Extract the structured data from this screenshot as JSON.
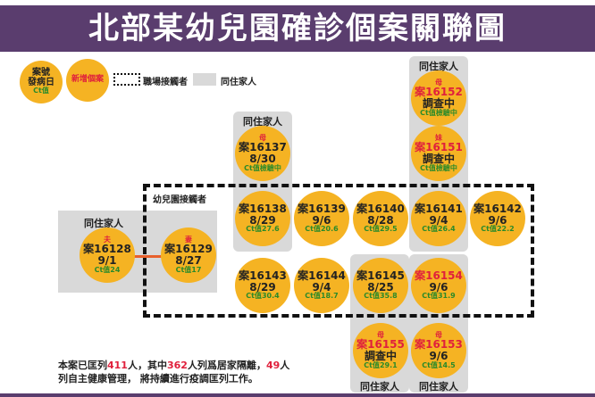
{
  "title": "北部某幼兒園確診個案關聯圖",
  "legend": {
    "circle1": {
      "case": "案號",
      "date": "發病日",
      "ct": "Ct值"
    },
    "circle2": "新增個案",
    "dashed": "職場接觸者",
    "gray": "同住家人"
  },
  "group_labels": {
    "kindergarten": "幼兒園接觸者",
    "household": "同住家人"
  },
  "cases": {
    "c16128": {
      "rel": "夫",
      "case": "案16128",
      "date": "9/1",
      "ct": "Ct值24"
    },
    "c16129": {
      "rel": "妻",
      "case": "案16129",
      "date": "8/27",
      "ct": "Ct值17"
    },
    "c16137": {
      "rel": "母",
      "case": "案16137",
      "date": "8/30",
      "ct": "Ct值檢驗中"
    },
    "c16152": {
      "rel": "母",
      "case": "案16152",
      "date": "調查中",
      "ct": "Ct值檢驗中"
    },
    "c16151": {
      "rel": "妹",
      "case": "案16151",
      "date": "調查中",
      "ct": "Ct值檢驗中"
    },
    "c16138": {
      "case": "案16138",
      "date": "8/29",
      "ct": "Ct值27.6"
    },
    "c16139": {
      "case": "案16139",
      "date": "9/6",
      "ct": "Ct值20.6"
    },
    "c16140": {
      "case": "案16140",
      "date": "8/28",
      "ct": "Ct值29.5"
    },
    "c16141": {
      "case": "案16141",
      "date": "9/4",
      "ct": "Ct值26.4"
    },
    "c16142": {
      "case": "案16142",
      "date": "9/6",
      "ct": "Ct值22.2"
    },
    "c16143": {
      "case": "案16143",
      "date": "8/29",
      "ct": "Ct值30.4"
    },
    "c16144": {
      "case": "案16144",
      "date": "9/4",
      "ct": "Ct值18.7"
    },
    "c16145": {
      "case": "案16145",
      "date": "8/25",
      "ct": "Ct值35.8"
    },
    "c16154": {
      "case": "案16154",
      "date": "9/6",
      "ct": "Ct值31.9"
    },
    "c16155": {
      "rel": "母",
      "case": "案16155",
      "date": "調查中",
      "ct": "Ct值29.1"
    },
    "c16153": {
      "rel": "母",
      "case": "案16153",
      "date": "9/6",
      "ct": "Ct值14.5"
    }
  },
  "summary": {
    "p1": "本案已匡列",
    "n1": "411",
    "p2": "人，其中",
    "n2": "362",
    "p3": "人列爲居家隔離，",
    "n3": "49",
    "p4": "人",
    "line2": "列自主健康管理， 將持續進行疫調匡列工作。"
  },
  "colors": {
    "circle": "#f5b323",
    "new_case": "#e0203c",
    "ct": "#2a8a2a",
    "title_bg": "#5a3d6e",
    "household": "#d9d9d9"
  }
}
